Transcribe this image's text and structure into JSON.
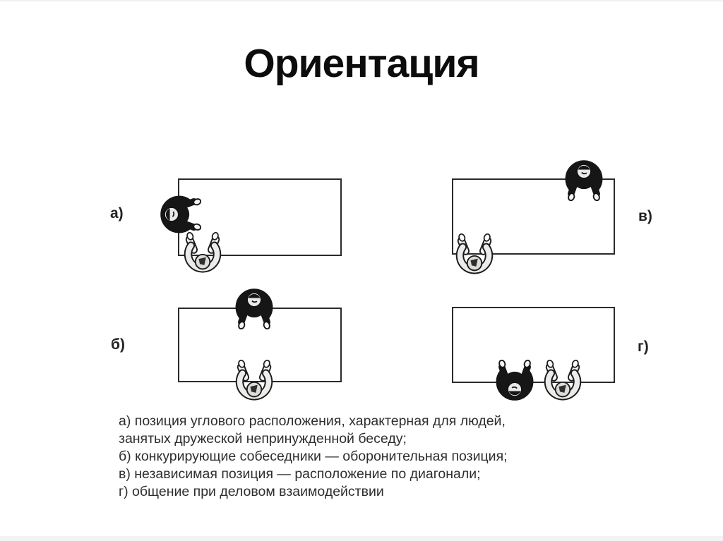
{
  "slide": {
    "title": "Ориентация"
  },
  "diagrams": [
    {
      "id": "a",
      "label": "а)"
    },
    {
      "id": "b",
      "label": "б)"
    },
    {
      "id": "v",
      "label": "в)"
    },
    {
      "id": "g",
      "label": "г)"
    }
  ],
  "caption": {
    "lines": [
      "а) позиция углового расположения, характерная для людей,",
      "занятых дружеской непринужденной беседу;",
      "б) конкурирующие собеседники — оборонительная позиция;",
      "в) независимая позиция — расположение по диагонали;",
      "г) общение при деловом взаимодействии"
    ]
  },
  "icons": {
    "person_dark": "person-top-view-dark",
    "person_light": "person-top-view-light"
  },
  "colors": {
    "background": "#ffffff",
    "table_border": "#2b2b2b",
    "title_text": "#0c0c0c",
    "caption_text": "#2e2e2e",
    "figure_dark": "#161616"
  }
}
